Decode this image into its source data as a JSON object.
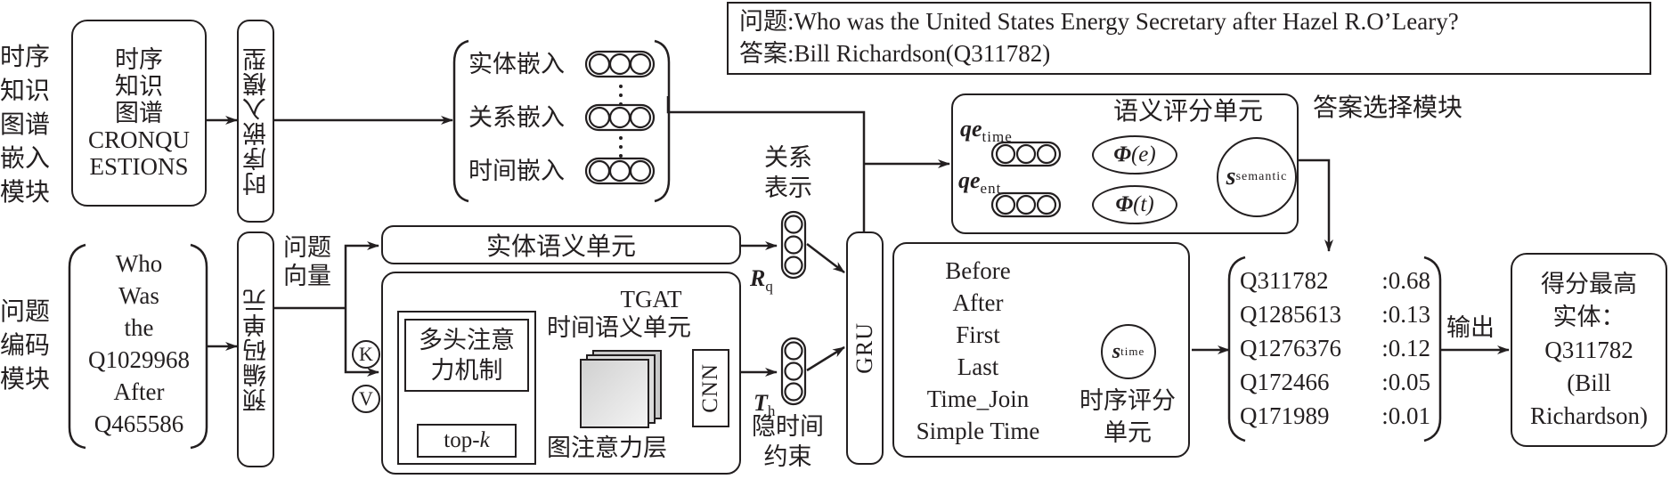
{
  "question_box": {
    "question_label": "问题:",
    "question_text": "Who was the United States Energy Secretary after Hazel R.O’Leary?",
    "answer_label": "答案:",
    "answer_text": "Bill Richardson(Q311782)"
  },
  "modules": {
    "tkg_embedding_module": [
      "时序",
      "知识",
      "图谱",
      "嵌入",
      "模块"
    ],
    "question_encoding_module": [
      "问题",
      "编码",
      "模块"
    ],
    "answer_selection_module": "答案选择模块"
  },
  "tkg_box": {
    "lines": [
      "时序",
      "知识",
      "图谱",
      "CRONQU",
      "ESTIONS"
    ]
  },
  "temporal_embedding_model": "时序嵌入模型",
  "embeddings": {
    "entity": "实体嵌入",
    "relation": "关系嵌入",
    "time": "时间嵌入"
  },
  "question_tokens": [
    "Who",
    "Was",
    "the",
    "Q1029968",
    "After",
    "Q465586"
  ],
  "pre_encoding_unit": "预编码单元",
  "question_vector": [
    "问题",
    "向量"
  ],
  "entity_semantic_unit": "实体语义单元",
  "k_label": "K",
  "v_label": "V",
  "tgat": {
    "title": "TGAT",
    "subtitle": "时间语义单元",
    "multihead_attention": [
      "多头注意",
      "力机制"
    ],
    "topk_prefix": "top-",
    "topk_var": "k",
    "graph_attention_layer": "图注意力层",
    "cnn": "CNN"
  },
  "relation_repr": [
    "关系",
    "表示"
  ],
  "rq": {
    "base": "R",
    "sub": "q"
  },
  "th": {
    "base": "T",
    "sub": "h"
  },
  "hidden_time_constraint": [
    "隐时间",
    "约束"
  ],
  "gru": "GRU",
  "semantic_scoring": {
    "title": "语义评分单元",
    "qe_time": {
      "base": "qe",
      "sub": "time"
    },
    "qe_ent": {
      "base": "qe",
      "sub": "ent"
    },
    "phi_e": {
      "phi": "Φ",
      "arg": "(e)"
    },
    "phi_t": {
      "phi": "Φ",
      "arg": "(t)"
    },
    "s_semantic": {
      "base": "s",
      "sub": "semantic"
    }
  },
  "temporal_scoring": {
    "keywords": [
      "Before",
      "After",
      "First",
      "Last",
      "Time_Join",
      "Simple Time"
    ],
    "s_time": {
      "base": "s",
      "sub": "time"
    },
    "label": [
      "时序评分",
      "单元"
    ]
  },
  "candidates": [
    {
      "id": "Q311782",
      "score": "0.68"
    },
    {
      "id": "Q1285613",
      "score": "0.13"
    },
    {
      "id": "Q1276376",
      "score": "0.12"
    },
    {
      "id": "Q172466",
      "score": "0.05"
    },
    {
      "id": "Q171989",
      "score": "0.01"
    }
  ],
  "output_label": "输出",
  "result": {
    "lines": [
      "得分最高",
      "实体：",
      "Q311782",
      "(Bill",
      "Richardson)"
    ]
  }
}
